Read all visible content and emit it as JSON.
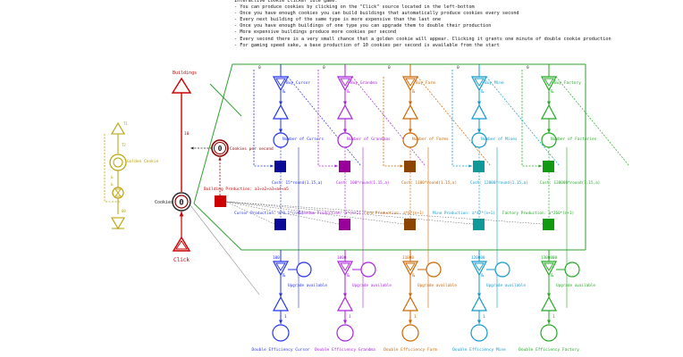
{
  "description": {
    "lines": [
      "Interactive Cookie Clicker idle game:",
      "- You can produce cookies by clicking on the \"Click\" source located in the left-bottom",
      "- Once you have enough cookies you can build buildings that automatically produce cookies every second",
      "- Every next building of the same type is more expensive than the last one",
      "- Once you have enough buildings of one type you can upgrade them to double their production",
      "- More expensive buildings produce more cookies per second",
      "- Every second there is a very small chance that a golden cookie will appear. Clicking it grants one minute of double cookie production",
      "- For gaming speed sake, a base production of 10 cookies per second is available from the start"
    ]
  },
  "core": {
    "buildings_label": "Buildings",
    "cookies_label": "Cookies",
    "cookies_value": "0",
    "click_label": "Click",
    "cps_label": "Cookies per second",
    "cps_value": "0",
    "base_rate": "10",
    "building_production_label": "Building Production: a1+a2+a3+a4+a5",
    "golden_cookie_label": "Golden Cookie",
    "golden_labels": [
      "T1",
      "T2",
      "60"
    ],
    "golden_marks": [
      "&",
      "&"
    ]
  },
  "colors": {
    "core_red": "#cc0000",
    "flow_green": "#2ca02c",
    "golden": "#b8a000",
    "dark": "#222222"
  },
  "columns": [
    {
      "id": "cursor",
      "color": "#2233ee",
      "fill": "#0a0a99",
      "buy": "Buy Cursor",
      "count_label": "Number of Cursors",
      "cost": "Cost: 15*round(1.15,a)",
      "production": "Cursor Production: a*0.1*(n+1)",
      "threshold": "100",
      "upgrade": "Upgrade available",
      "double": "Double Efficiency Cursor"
    },
    {
      "id": "grandma",
      "color": "#aa22dd",
      "fill": "#990099",
      "buy": "Buy Grandma",
      "count_label": "Number of Grandmas",
      "cost": "Cost: 100*round(1.15,a)",
      "production": "Grandma Production: a*(n+1)",
      "threshold": "1000",
      "upgrade": "Upgrade available",
      "double": "Double Efficiency Grandma"
    },
    {
      "id": "farm",
      "color": "#cc6600",
      "fill": "#8b4500",
      "buy": "Buy Farm",
      "count_label": "Number of Farms",
      "cost": "Cost: 1100*round(1.15,a)",
      "production": "Farm Production: a*8*(n+1)",
      "threshold": "11000",
      "upgrade": "Upgrade available",
      "double": "Double Efficiency Farm"
    },
    {
      "id": "mine",
      "color": "#1199cc",
      "fill": "#119999",
      "buy": "Buy Mine",
      "count_label": "Number of Mines",
      "cost": "Cost: 12000*round(1.15,a)",
      "production": "Mine Production: a*47*(n+1)",
      "threshold": "120000",
      "upgrade": "Upgrade available",
      "double": "Double Efficiency Mine"
    },
    {
      "id": "factory",
      "color": "#22aa22",
      "fill": "#119911",
      "buy": "Buy Factory",
      "count_label": "Number of Factories",
      "cost": "Cost: 130000*round(1.15,a)",
      "production": "Factory Production: a*260*(n+1)",
      "threshold": "1300000",
      "upgrade": "Upgrade available",
      "double": "Double Efficiency Factory"
    }
  ],
  "arc_marks": {
    "weight_zero": "0",
    "weight_one": "1",
    "ampersand": "&"
  }
}
